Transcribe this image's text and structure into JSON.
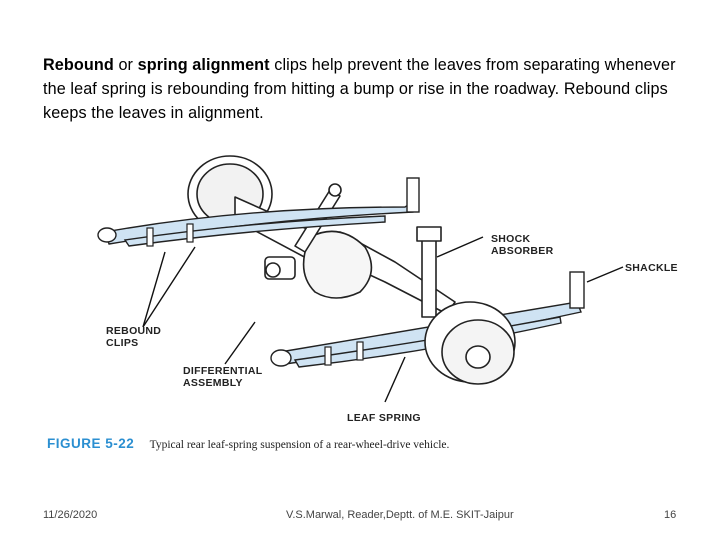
{
  "slide": {
    "para_bold_1": "Rebound",
    "para_text_1": " or ",
    "para_bold_2": "spring alignment",
    "para_text_2": " clips help prevent the leaves from separating whenever the leaf spring is rebounding from hitting a bump or rise in the roadway. Rebound clips keeps the leaves in alignment."
  },
  "figure": {
    "labels": {
      "shock_absorber": "SHOCK\nABSORBER",
      "shackle": "SHACKLE",
      "rebound_clips": "REBOUND\nCLIPS",
      "differential": "DIFFERENTIAL\nASSEMBLY",
      "leaf_spring": "LEAF SPRING"
    },
    "caption_number": "FIGURE 5-22",
    "caption_text": "Typical rear leaf-spring suspension of a rear-wheel-drive vehicle.",
    "colors": {
      "spring": "#cfe3f3",
      "caption_accent": "#2b8fd1",
      "line": "#222222"
    }
  },
  "footer": {
    "date": "11/26/2020",
    "author": "V.S.Marwal, Reader,Deptt. of M.E. SKIT-Jaipur",
    "page": "16"
  }
}
